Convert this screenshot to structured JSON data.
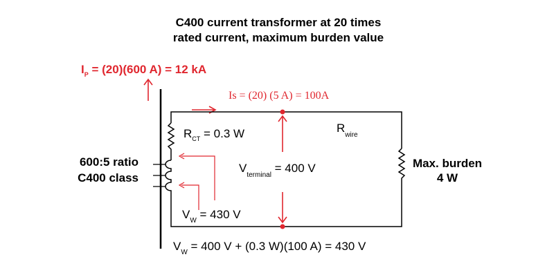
{
  "title": {
    "line1": "C400 current transformer at 20 times",
    "line2": "rated current, maximum burden value"
  },
  "primary": {
    "label_main": "I",
    "label_sub": "P",
    "label_rest": " = (20)(600 A) = 12 kA"
  },
  "secondary_current": {
    "label": "Is = (20) (5 A) = 100A"
  },
  "rct": {
    "label_main": "R",
    "label_sub": "CT",
    "label_rest": " = 0.3 W"
  },
  "rwire": {
    "label_main": "R",
    "label_sub": "wire"
  },
  "ratio": {
    "line1": "600:5 ratio",
    "line2": "C400 class"
  },
  "vterminal": {
    "label_main": "V",
    "label_sub": "terminal",
    "label_rest": " = 400 V"
  },
  "burden": {
    "line1": "Max. burden",
    "line2": "4 W"
  },
  "vw_inner": {
    "label_main": "V",
    "label_sub": "W",
    "label_rest": " = 430 V"
  },
  "vw_equation": {
    "label_main": "V",
    "label_sub": "W",
    "label_rest": " = 400 V + (0.3 W)(100 A) = 430 V"
  },
  "colors": {
    "accent": "#e0262e",
    "wire": "#000000"
  }
}
